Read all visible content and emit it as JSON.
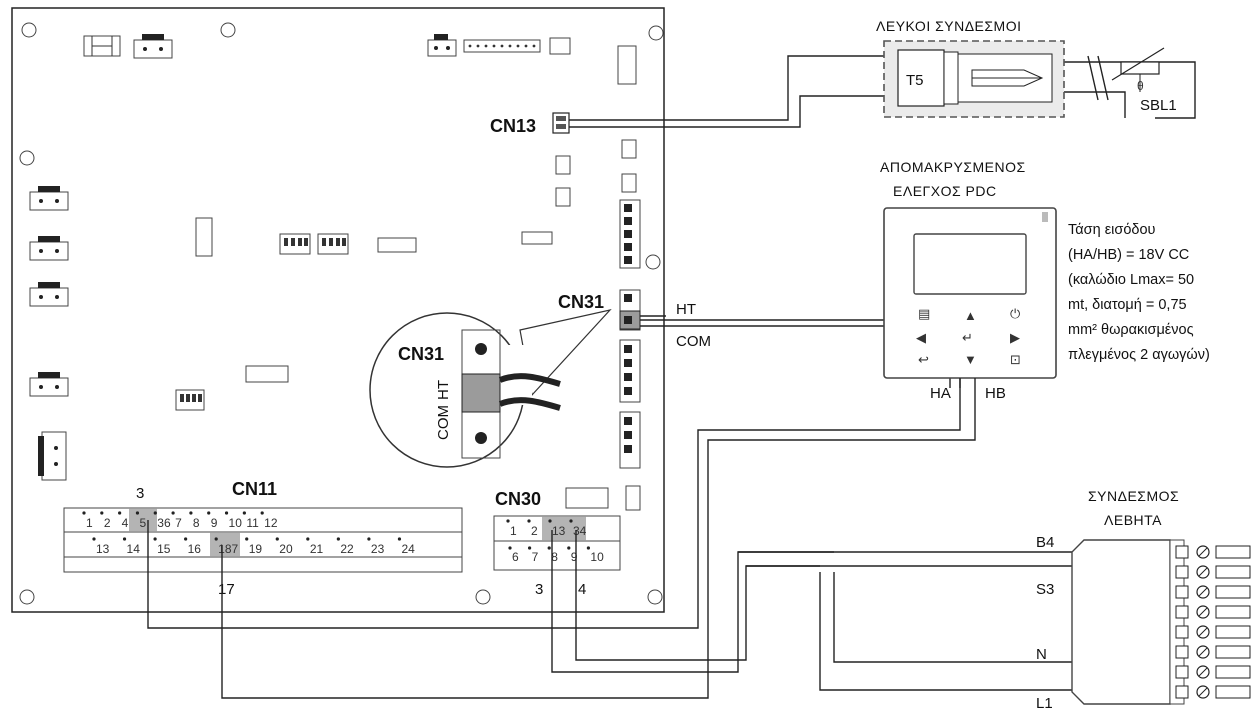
{
  "board": {
    "cn13": "CN13",
    "cn31": "CN31",
    "cn30": "CN30",
    "cn11": "CN11",
    "cn31_zoom_title": "CN31",
    "cn31_zoom_ht": "HT",
    "cn31_zoom_com": "COM",
    "cn11_marker_top": "3",
    "cn11_marker_bottom": "17",
    "cn30_marker_3": "3",
    "cn30_marker_4": "4",
    "cn11_top_pins": [
      "1",
      "2",
      "4",
      "5",
      "36",
      "7",
      "8",
      "9",
      "10",
      "11",
      "12"
    ],
    "cn11_bottom_pins": [
      "13",
      "14",
      "15",
      "16",
      "187",
      "19",
      "20",
      "21",
      "22",
      "23",
      "24"
    ],
    "cn30_top_pins": [
      "1",
      "2",
      "13",
      "34"
    ],
    "cn30_bottom_pins": [
      "6",
      "7",
      "8",
      "9",
      "10"
    ]
  },
  "wires": {
    "ht": "HT",
    "com": "COM"
  },
  "sensor_group": {
    "title": "ΛΕΥΚΟΙ ΣΥΝΔΕΣΜΟΙ",
    "t5": "T5",
    "sbl1": "SBL1"
  },
  "remote": {
    "title_line1": "ΑΠΟΜΑΚΡΥΣΜΕΝΟΣ",
    "title_line2": "ΕΛΕΓΧΟΣ PDC",
    "ha": "HA",
    "hb": "HB",
    "note": [
      "Τάση εισόδου",
      "(HA/HB) = 18V CC",
      "(καλώδιο Lmax= 50",
      "mt, διατομή = 0,75",
      "mm² θωρακισμένος",
      "πλεγμένος 2 αγωγών)"
    ]
  },
  "boiler": {
    "title_line1": "ΣΥΝΔΕΣΜΟΣ",
    "title_line2": "ΛΕΒΗΤΑ",
    "b4": "B4",
    "s3": "S3",
    "n": "N",
    "l1": "L1"
  }
}
